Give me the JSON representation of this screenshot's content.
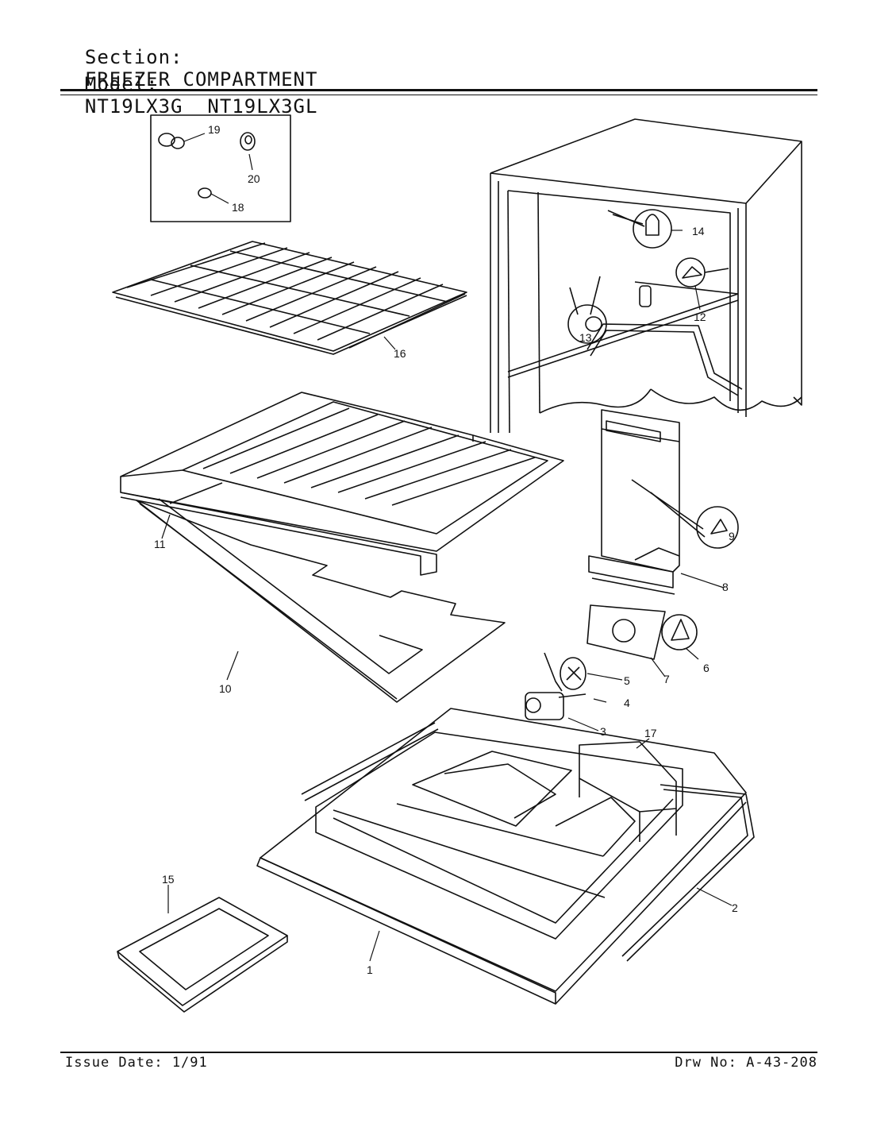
{
  "header": {
    "section_label": "Section:",
    "section_value": "FREEZER COMPARTMENT",
    "model_label": "Model:",
    "model_values": "NT19LX3G  NT19LX3GL"
  },
  "callouts": [
    "1",
    "2",
    "3",
    "4",
    "5",
    "6",
    "7",
    "8",
    "9",
    "10",
    "11",
    "12",
    "13",
    "14",
    "15",
    "16",
    "17",
    "18",
    "19",
    "20"
  ],
  "footer": {
    "issue_date": "Issue Date: 1/91",
    "drawing_no": "Drw No: A-43-208"
  }
}
